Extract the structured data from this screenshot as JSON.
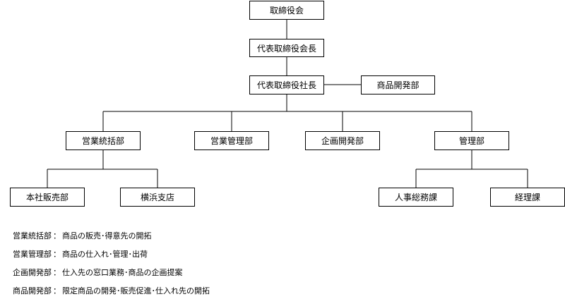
{
  "org": {
    "board": "取締役会",
    "chairman": "代表取締役会長",
    "president": "代表取締役社長",
    "product_dev": "商品開発部",
    "sales_control": "営業統括部",
    "sales_mgmt": "営業管理部",
    "planning_dev": "企画開発部",
    "admin": "管理部",
    "hq_sales": "本社販売部",
    "yokohama": "横浜支店",
    "hr": "人事総務課",
    "accounting": "経理課"
  },
  "legend": [
    {
      "dept": "営業統括部",
      "sep": "：",
      "desc": "商品の販売･得意先の開拓"
    },
    {
      "dept": "営業管理部",
      "sep": "：",
      "desc": "商品の仕入れ･管理･出荷"
    },
    {
      "dept": "企画開発部",
      "sep": "：",
      "desc": "仕入先の窓口業務･商品の企画提案"
    },
    {
      "dept": "商品開発部",
      "sep": "：",
      "desc": "限定商品の開発･販売促進･仕入れ先の開拓"
    }
  ]
}
